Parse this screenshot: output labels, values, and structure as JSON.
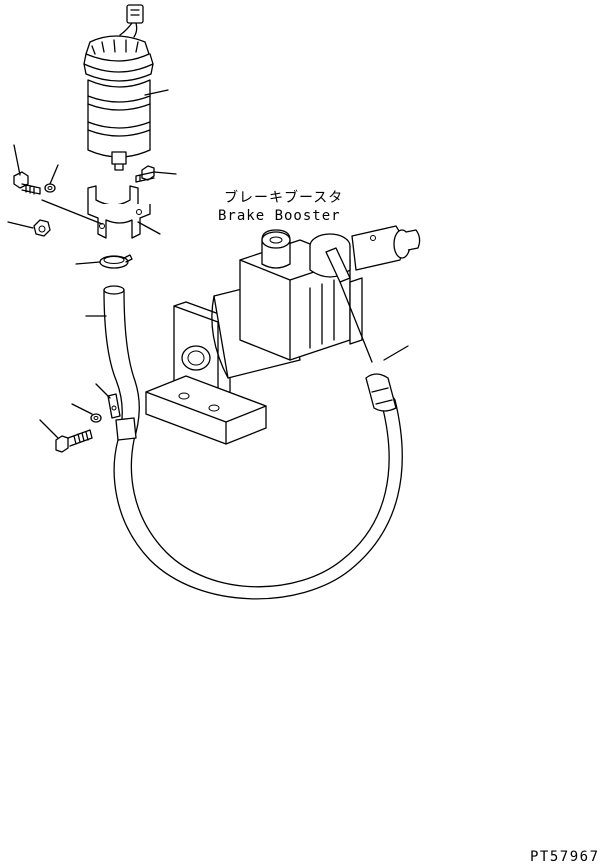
{
  "label_jp": "ブレーキブースタ",
  "label_en": "Brake Booster",
  "drawing_no": "PT57967",
  "colors": {
    "ink": "#000000",
    "paper": "#ffffff"
  }
}
